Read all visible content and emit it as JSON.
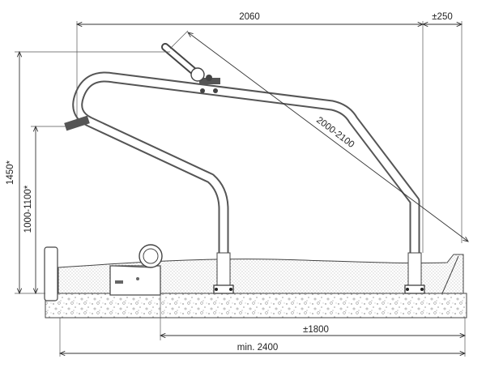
{
  "dimensions": {
    "top_width": "2060",
    "top_right": "±250",
    "diagonal": "2000-2100",
    "height_total": "1450*",
    "height_water": "1000-1100*",
    "bottom_mid": "±1800",
    "bottom_total": "min. 2400"
  },
  "colors": {
    "line": "#333333",
    "water_fill": "#f3f3f3",
    "gravel_fill": "#eeeeee"
  }
}
